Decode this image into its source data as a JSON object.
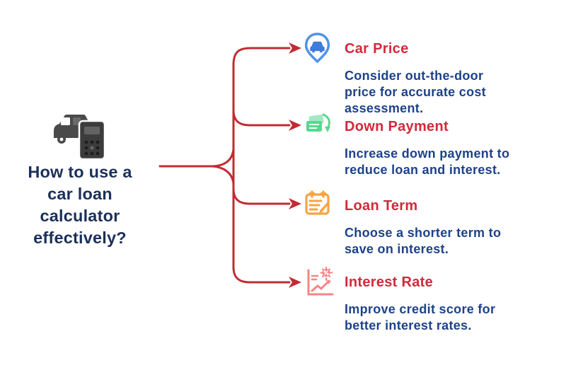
{
  "central_topic": {
    "title_lines": [
      "How to use a",
      "car loan",
      "calculator",
      "effectively?"
    ],
    "icon": "car-calculator-icon"
  },
  "branches": [
    {
      "title": "Car Price",
      "icon": "car-location-pin-icon",
      "desc_lines": [
        "Consider out-the-door",
        "price for accurate cost",
        "assessment."
      ]
    },
    {
      "title": "Down Payment",
      "icon": "money-cash-icon",
      "desc_lines": [
        "Increase down payment to",
        "reduce loan and interest."
      ]
    },
    {
      "title": "Loan Term",
      "icon": "calendar-icon",
      "desc_lines": [
        "Choose a shorter term to",
        "save on interest."
      ]
    },
    {
      "title": "Interest Rate",
      "icon": "rate-chart-icon",
      "desc_lines": [
        "Improve credit score for",
        "better interest rates."
      ]
    }
  ],
  "colors": {
    "branch_title_red": "#D2293B",
    "connector_red": "#C22B33",
    "topic_navy": "#1B3058",
    "description_blue": "#1D428A",
    "icon_blue": "#4F93E8",
    "icon_green": "#56D98F",
    "icon_orange": "#F5A443",
    "icon_salmon": "#F58585",
    "icon_gray": "#454545"
  }
}
